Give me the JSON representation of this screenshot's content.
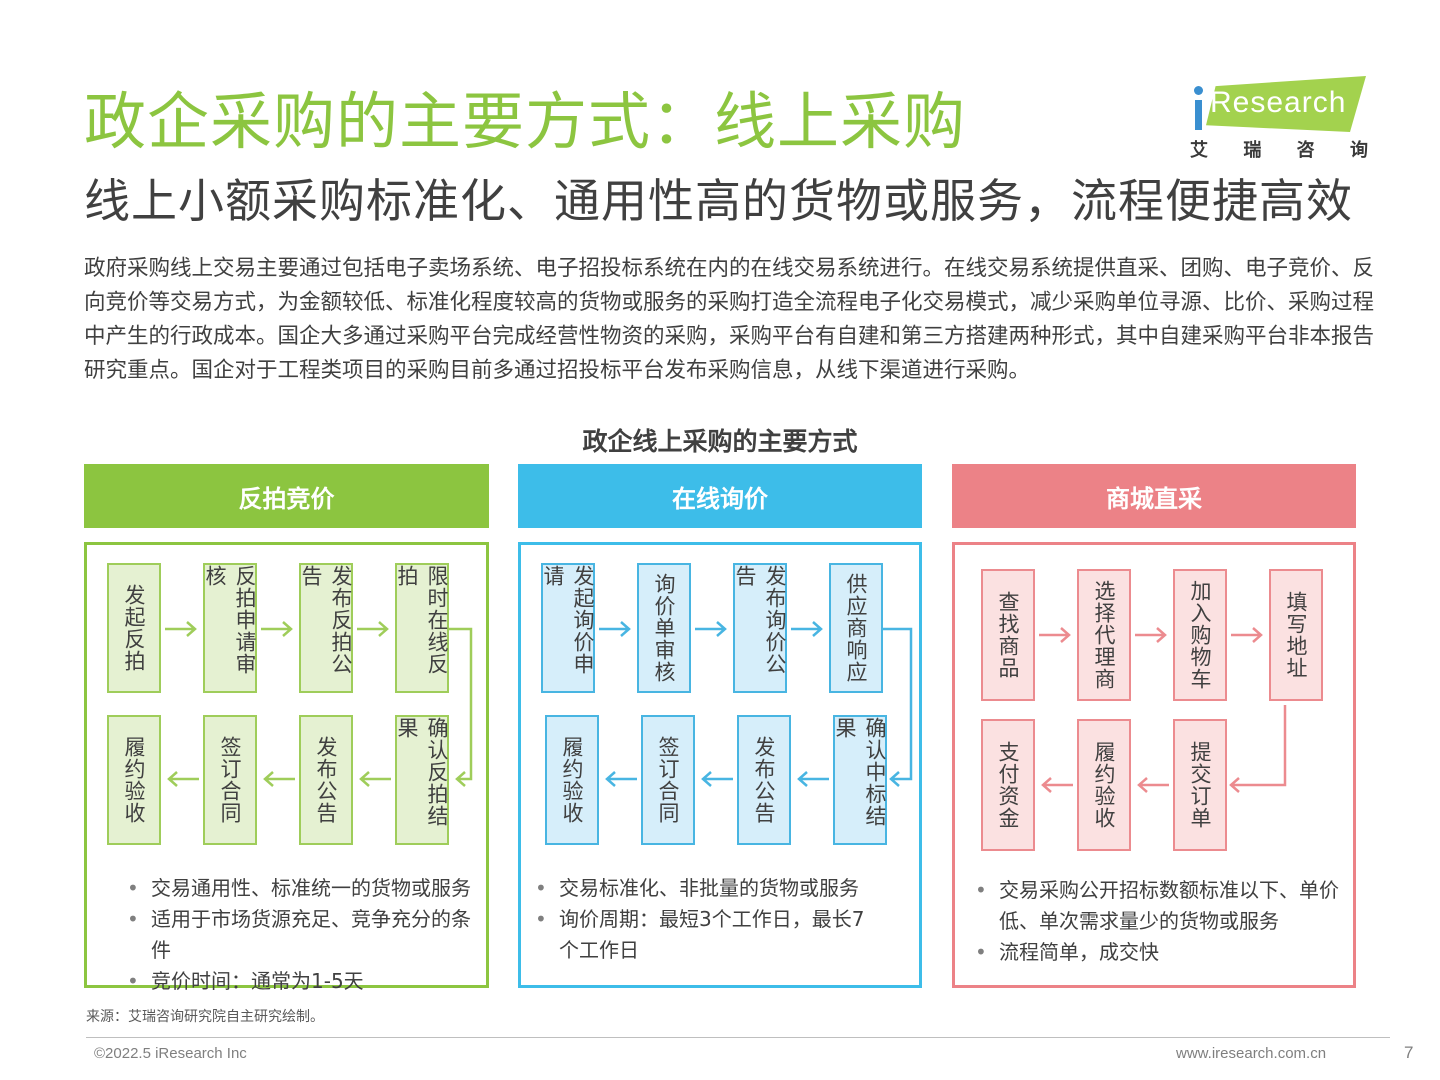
{
  "header": {
    "title": "政企采购的主要方式：线上采购",
    "subtitle": "线上小额采购标准化、通用性高的货物或服务，流程便捷高效"
  },
  "intro": "政府采购线上交易主要通过包括电子卖场系统、电子招投标系统在内的在线交易系统进行。在线交易系统提供直采、团购、电子竞价、反向竞价等交易方式，为金额较低、标准化程度较高的货物或服务的采购打造全流程电子化交易模式，减少采购单位寻源、比价、采购过程中产生的行政成本。国企大多通过采购平台完成经营性物资的采购，采购平台有自建和第三方搭建两种形式，其中自建采购平台非本报告研究重点。国企对于工程类项目的采购目前多通过招投标平台发布采购信息，从线下渠道进行采购。",
  "logo": {
    "word": "Research",
    "cn": [
      "艾",
      "瑞",
      "咨",
      "询"
    ]
  },
  "diagram_title": "政企线上采购的主要方式",
  "columns": [
    {
      "name": "反拍竞价",
      "color": "#8cc540",
      "steps_top": [
        "发起反拍",
        "反拍申请审核",
        "发布反拍公告",
        "限时在线反拍"
      ],
      "steps_bottom": [
        "履约验收",
        "签订合同",
        "发布公告",
        "确认反拍结果"
      ],
      "bullets": [
        "交易通用性、标准统一的货物或服务",
        "适用于市场货源充足、竞争充分的条件",
        "竞价时间：通常为1-5天"
      ]
    },
    {
      "name": "在线询价",
      "color": "#3dbde9",
      "steps_top": [
        "发起询价申请",
        "询价单审核",
        "发布询价公告",
        "供应商响应"
      ],
      "steps_bottom": [
        "履约验收",
        "签订合同",
        "发布公告",
        "确认中标结果"
      ],
      "bullets": [
        "交易标准化、非批量的货物或服务",
        "询价周期：最短3个工作日，最长7个工作日"
      ]
    },
    {
      "name": "商城直采",
      "color": "#ec8287",
      "steps_top": [
        "查找商品",
        "选择代理商",
        "加入购物车",
        "填写地址"
      ],
      "steps_bottom": [
        "支付资金",
        "履约验收",
        "提交订单"
      ],
      "bullets": [
        "交易采购公开招标数额标准以下、单价低、单次需求量少的货物或服务",
        "流程简单，成交快"
      ]
    }
  ],
  "footer": {
    "source": "来源：艾瑞咨询研究院自主研究绘制。",
    "copyright": "©2022.5 iResearch Inc",
    "url": "www.iresearch.com.cn",
    "page": "7"
  }
}
